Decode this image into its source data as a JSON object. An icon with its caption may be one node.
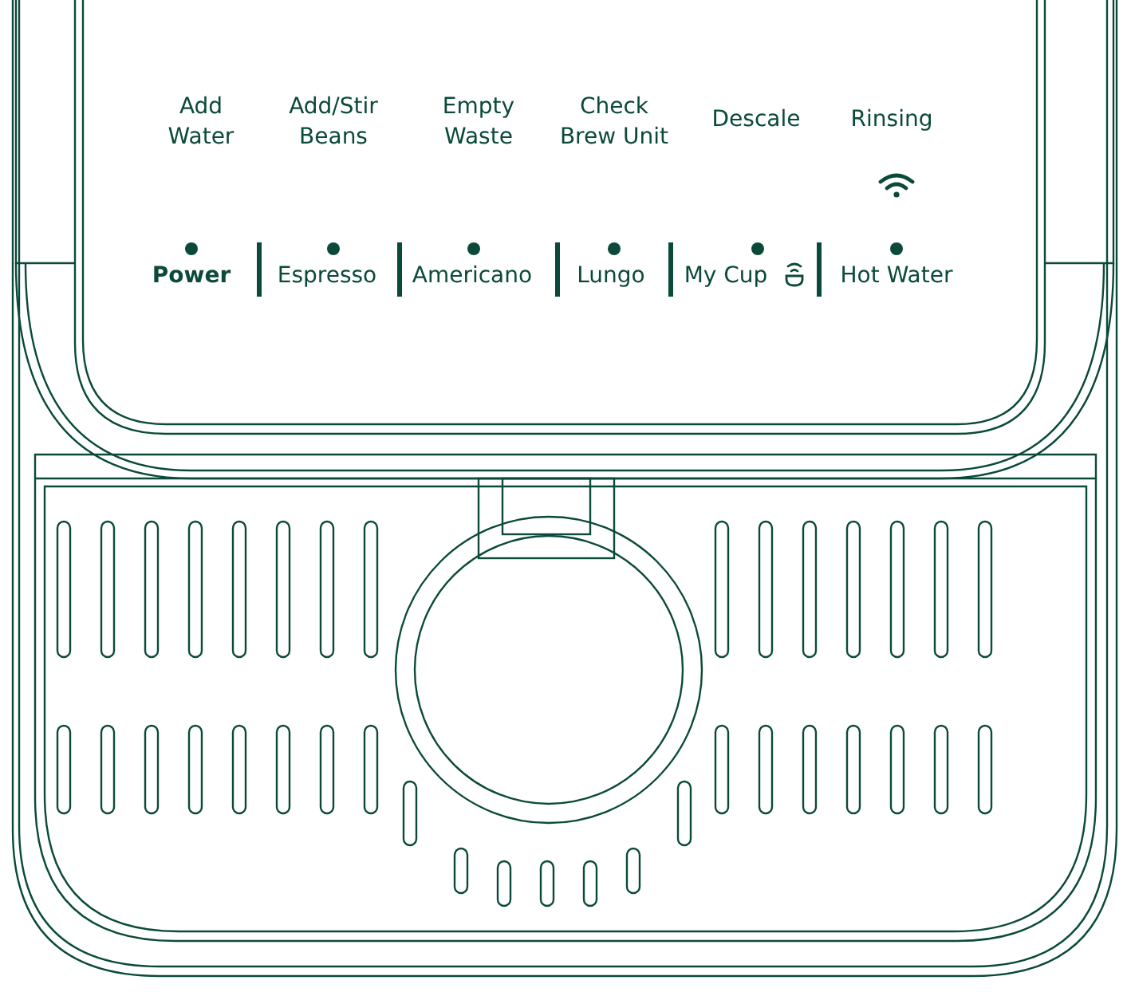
{
  "diagram": {
    "labels": [
      "Add Water",
      "Add/Stir Beans",
      "Empty Waste",
      "Check Brew Unit",
      "Descale",
      "Rinsing",
      "Power",
      "Espresso",
      "Americano",
      "Lungo",
      "My Cup",
      "Hot Water"
    ]
  }
}
